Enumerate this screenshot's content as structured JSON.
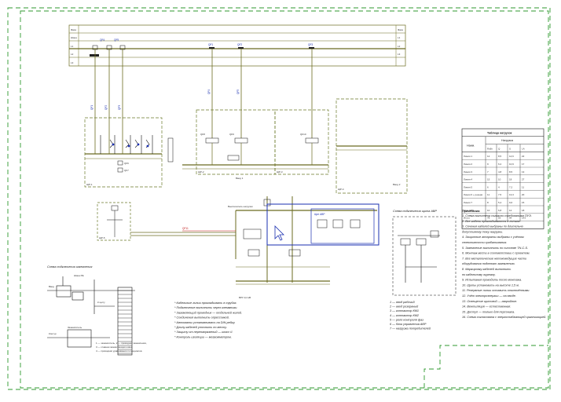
{
  "colors": {
    "frame_dash": "#2f9a2f",
    "bus_line": "#6b6b20",
    "zone_dash": "#6b7a2a",
    "blue_select": "#1a2fb0",
    "red_line": "#c01818",
    "black": "#111111"
  },
  "title_block_rows": [
    "Фаза",
    "Шина",
    "L1",
    "L2",
    "L3"
  ],
  "top_right_labels": [
    "Фаза",
    "L1",
    "L2",
    "L3"
  ],
  "feeder_labels": [
    "QF1",
    "QF2",
    "QF3",
    "QF4",
    "QF5"
  ],
  "cabinet_labels": {
    "cab1": "ЩР-1",
    "cab2": "ЩР-2",
    "cab3": "ЩР-3",
    "cab4": "ЩР-4",
    "cab5": "ЩР-5"
  },
  "breaker_tags": [
    "QF6",
    "QF7",
    "QF8",
    "QF9",
    "QF10",
    "QF11"
  ],
  "table": {
    "title": "Таблица нагрузок",
    "header_col1": "Наим.",
    "header_group": "Нагрузка",
    "subheaders": [
      "Р,кВт",
      "Q",
      "S",
      "I,А"
    ],
    "rows": [
      [
        "Линия 1",
        "12",
        "8,5",
        "14,6",
        "22"
      ],
      [
        "Линия 2",
        "9",
        "6,2",
        "10,9",
        "17"
      ],
      [
        "Линия 3",
        "7",
        "4,8",
        "8,5",
        "13"
      ],
      [
        "Линия 4",
        "15",
        "10",
        "18",
        "27"
      ],
      [
        "Линия 5",
        "6",
        "4",
        "7,2",
        "11"
      ],
      [
        "Линия 6 + резерв",
        "11",
        "7,5",
        "13,3",
        "20"
      ],
      [
        "Линия 7",
        "8",
        "5,4",
        "9,6",
        "15"
      ],
      [
        "Щит АВР",
        "10",
        "6,8",
        "12",
        "18"
      ],
      [
        "Итого",
        "78",
        "53",
        "94",
        "143"
      ]
    ]
  },
  "notes_right": {
    "title": "Примечания:",
    "lines": [
      "1. Схема выполнена согласно требованиям ПУЭ.",
      "2. Все кабели прокладываются в лотках.",
      "3. Сечения кабелей выбраны по длительно",
      "   допустимому току нагрузки.",
      "4. Защитные аппараты выбраны с учётом",
      "   селективности срабатывания.",
      "5. Заземление выполнить по системе TN-C-S.",
      "6. Монтаж вести в соответствии с проектом.",
      "7. Все металлические нетоковедущие части",
      "   оборудования подлежат заземлению.",
      "8. Маркировку кабелей выполнить",
      "   по кабельному журналу.",
      "9. Испытания проводить после монтажа.",
      "10. Щиты установить на высоте 1,5 м.",
      "11. Резервные линии оставить отключёнными.",
      "12. Учёт электроэнергии — на вводе.",
      "13. Освещение щитовой — аварийное.",
      "14. Вентиляция — естественная.",
      "15. Доступ — только для персонала.",
      "16. Схема согласована с энергоснабжающей организацией."
    ]
  },
  "notes_center": [
    "* Кабельные линии прокладывать в трубах.",
    "* Подключение выполнить через клеммники.",
    "* Заземляющий проводник — отдельной жилой.",
    "* Соединения выполнить опрессовкой.",
    "* Автоматы устанавливать на DIN-рейку.",
    "* Длину кабелей уточнить по месту.",
    "* Защиту от перенапряжений — класс II.",
    "* Контроль изоляции — мегаомметром."
  ],
  "bottom_left": {
    "title": "Схема подключения заземления",
    "labels": [
      "Ввод",
      "Шина РЕ",
      "К щиту",
      "Контур",
      "Заземлитель"
    ],
    "caption_lines": [
      "1 — заземлитель, 2 — проводник заземления,",
      "3 — главная заземляющая шина,",
      "4 — проводник уравнивания потенциалов."
    ]
  },
  "bottom_right": {
    "title": "Схема подключения щита АВР",
    "legend_lines": [
      "1 — ввод рабочий",
      "2 — ввод резервный",
      "3 — контактор КМ1",
      "4 — контактор КМ2",
      "5 — реле контроля фаз",
      "6 — блок управления АВР",
      "7 — нагрузка потребителей"
    ]
  },
  "center_annotations": {
    "switch_label": "Выключатель нагрузки",
    "avr_label": "Щит АВР",
    "bottom_feed": "ВРУ-0,4 кВ",
    "feed_left": "Ввод 1",
    "feed_right": "Ввод 2"
  }
}
